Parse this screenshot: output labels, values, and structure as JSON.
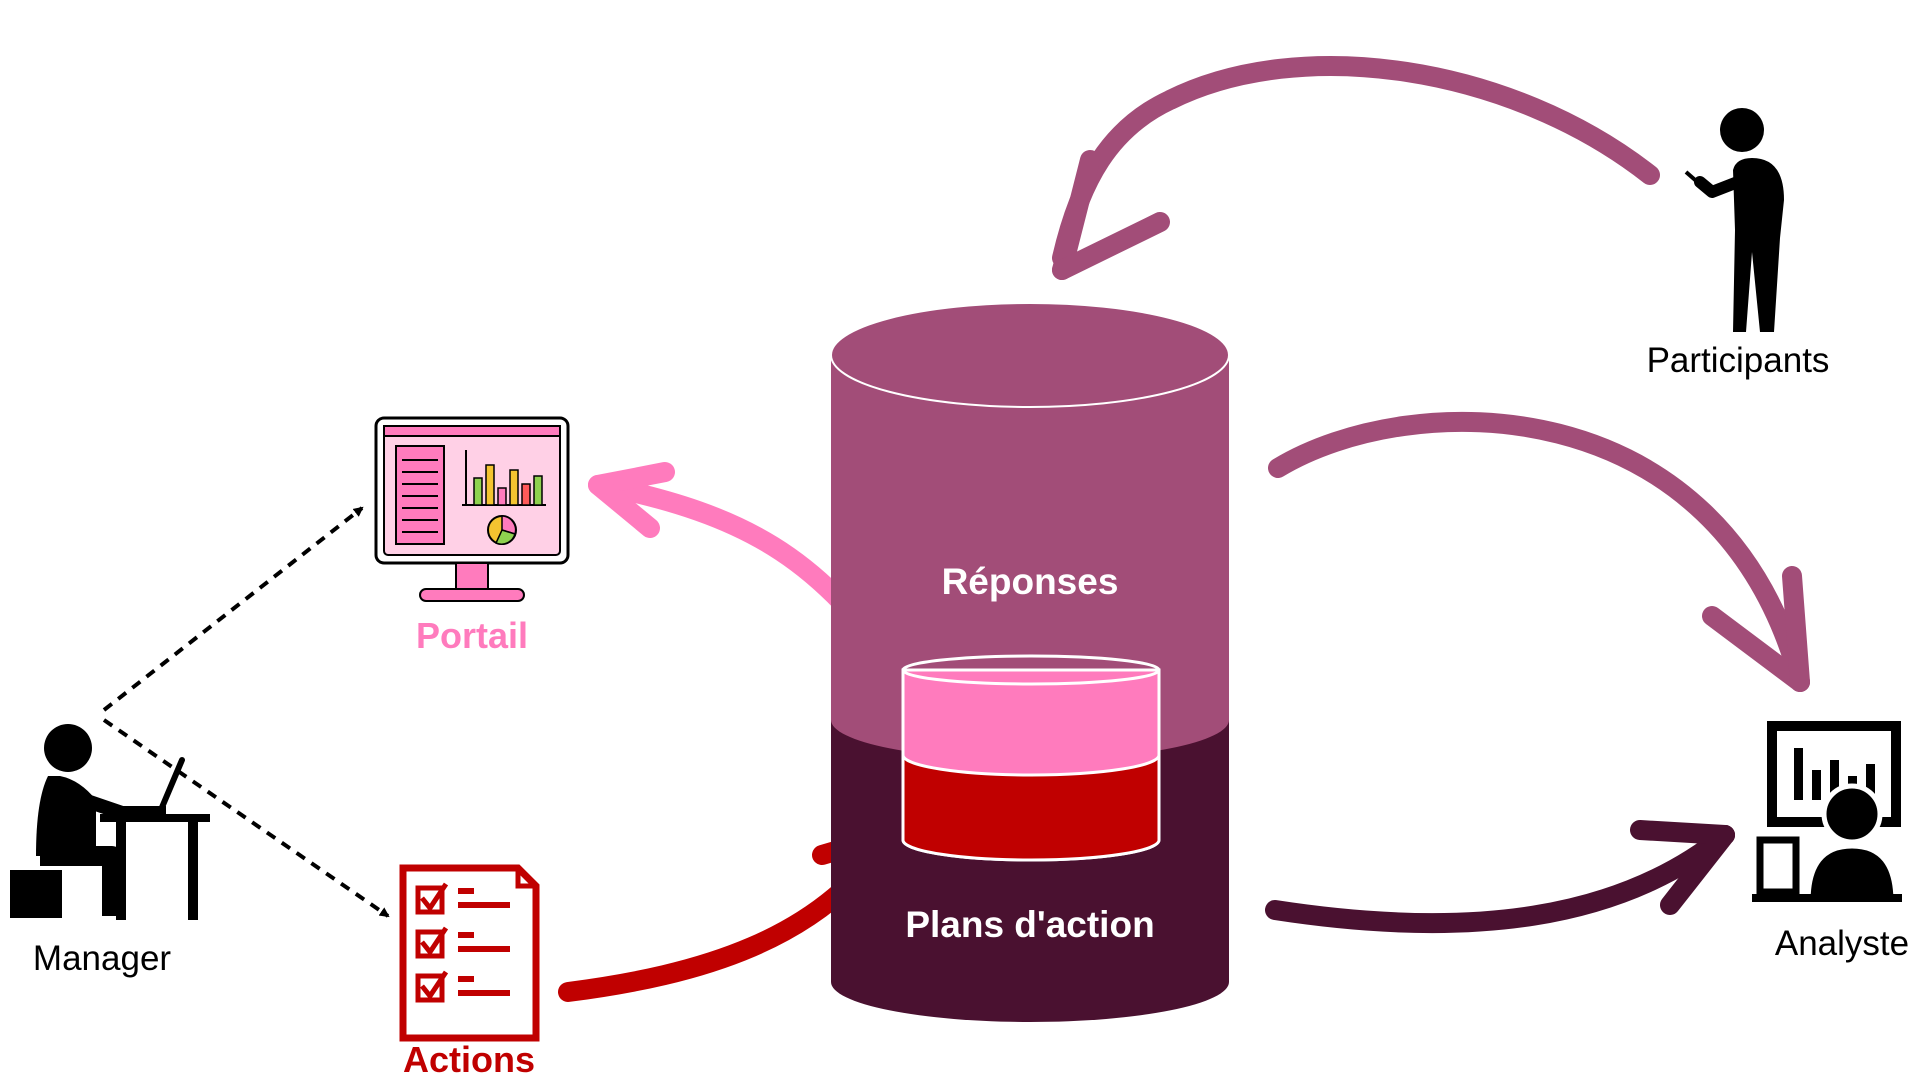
{
  "colors": {
    "participants_arrow": "#a24d78",
    "analyste_arrow_upper": "#a24d78",
    "analyste_arrow_lower": "#4a1130",
    "portail": "#ff7bbd",
    "actions": "#c00000",
    "db_top": "#a24d78",
    "db_bottom": "#4a1130",
    "dashed": "#000000"
  },
  "labels": {
    "manager": "Manager",
    "portail": "Portail",
    "actions": "Actions",
    "reponses": "Réponses",
    "plans_action": "Plans d'action",
    "participants": "Participants",
    "analyste": "Analyste"
  },
  "icons": {
    "manager": "person-at-laptop-icon",
    "portail": "dashboard-monitor-icon",
    "actions": "checklist-document-icon",
    "participants": "person-with-phone-icon",
    "analyste": "analyst-presentation-icon",
    "database": "database-cylinder-icon"
  }
}
